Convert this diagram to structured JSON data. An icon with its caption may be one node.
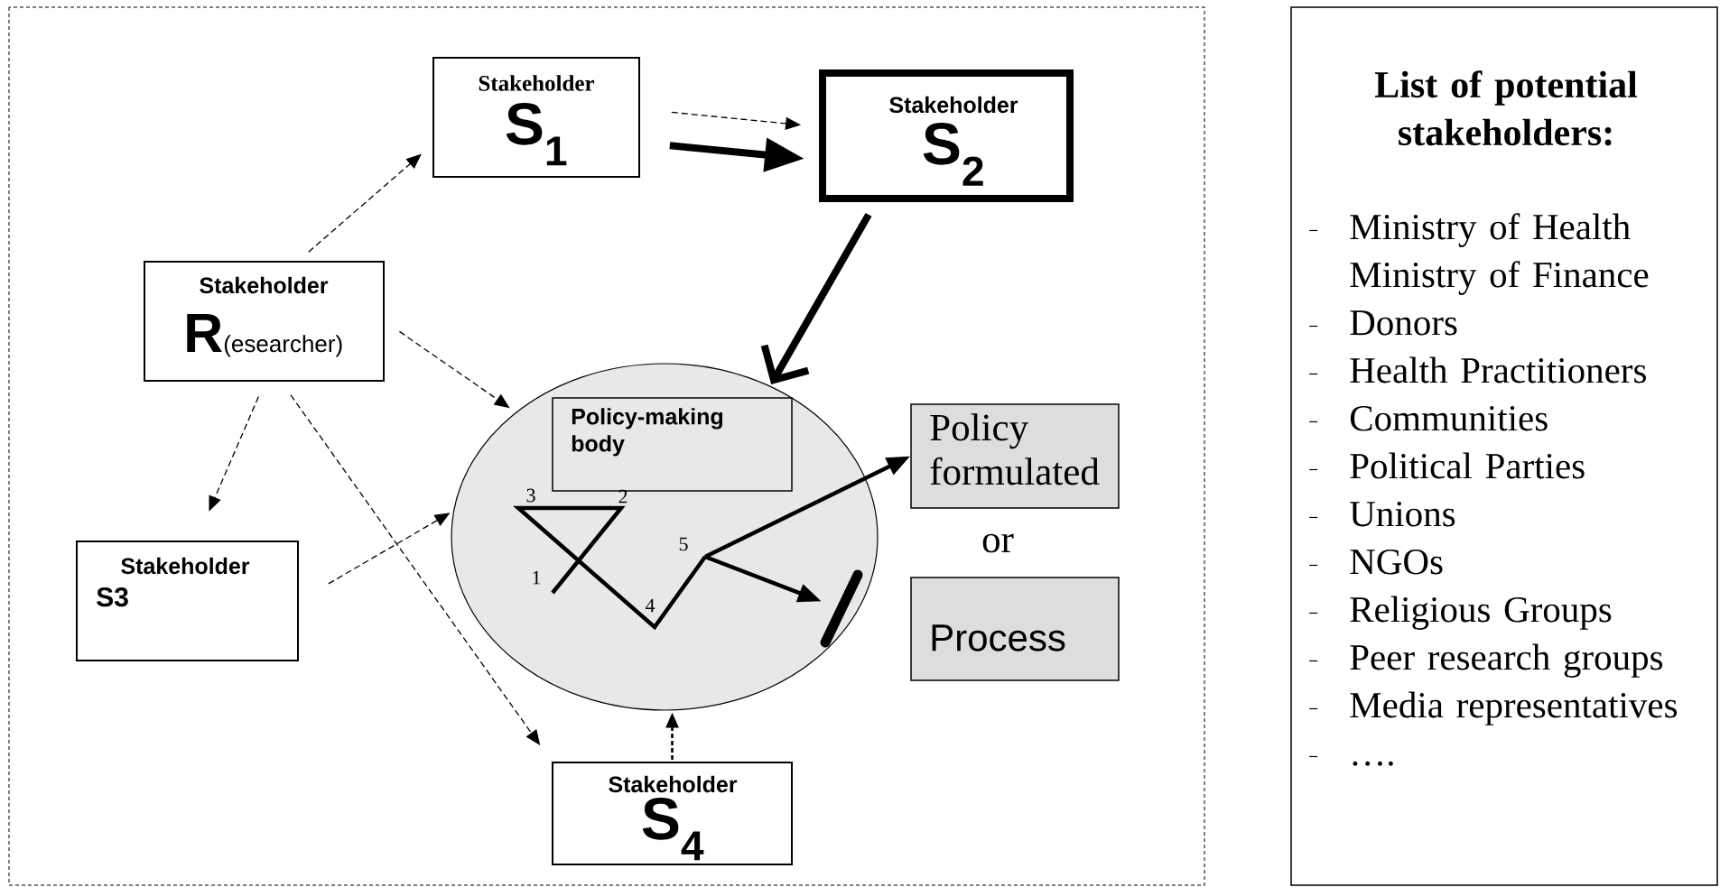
{
  "diagram": {
    "nodes": [
      {
        "text": [
          "Stakeholder",
          "S$_{1}$"
        ]
      },
      {
        "text": [
          "Stakeholder",
          "S$_{2}$"
        ]
      },
      {
        "text": [
          "Stakeholder",
          "R",
          "(esearcher)"
        ]
      },
      {
        "text": [],
        "shape": "ellipse"
      },
      {
        "text": [
          "Policy-making body"
        ],
        "in": 3
      },
      {
        "text": [
          "Policy formulated"
        ]
      },
      {
        "text": [
          "Process"
        ]
      },
      {
        "text": [
          "Stakeholder",
          "S3"
        ]
      },
      {
        "text": [
          "Stakeholder",
          "S$_{4}$"
        ]
      },
      {
        "text": [],
        "shape": "bar",
        "in": 3
      },
      {
        "text": [
          "List of potential stakeholders:",
          "Ministry of Health Ministry of Finance",
          "Donors",
          "Health Practitioners",
          "Communities",
          "Political Parties",
          "Unions",
          "NGOs",
          "Religious Groups",
          "Peer research groups",
          "Media representatives",
          "…."
        ]
      }
    ],
    "edges": [
      {
        "from": 2,
        "to": 0,
        "arrow": "to",
        "style": "dashed"
      },
      {
        "from": 0,
        "to": 1,
        "arrow": "to",
        "style": "dashed"
      },
      {
        "from": 0,
        "to": 1,
        "arrow": "to",
        "style": "thick"
      },
      {
        "from": 1,
        "to": 3,
        "arrow": "to",
        "style": "thick"
      },
      {
        "from": 2,
        "to": 3,
        "arrow": "to",
        "style": "dashed"
      },
      {
        "from": 2,
        "to": 7,
        "arrow": "to",
        "style": "dashed"
      },
      {
        "from": 2,
        "to": 8,
        "arrow": "to",
        "style": "dashed"
      },
      {
        "from": 7,
        "to": 3,
        "arrow": "to",
        "style": "dashed"
      },
      {
        "from": 8,
        "to": 3,
        "arrow": "to",
        "style": "dashed"
      },
      {
        "from": null,
        "to": 5,
        "arrow": "to",
        "style": "thick"
      },
      {
        "from": null,
        "to": 9,
        "arrow": "to",
        "style": "thick"
      }
    ],
    "labels": [
      "3",
      "2",
      "5",
      "1",
      "4",
      "or"
    ]
  }
}
